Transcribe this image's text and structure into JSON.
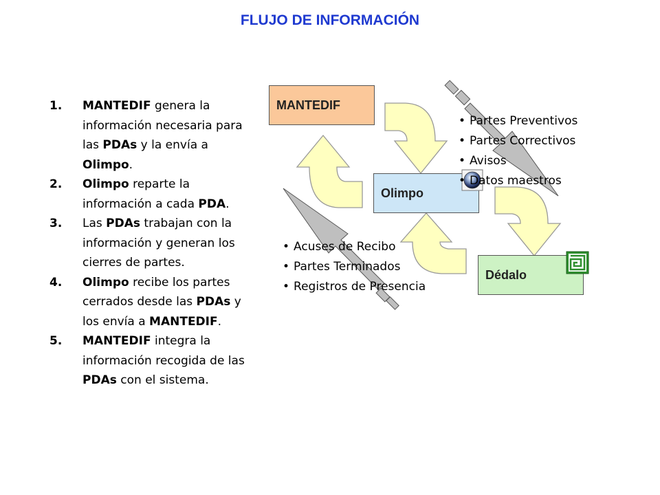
{
  "title": "FLUJO DE INFORMACIÓN",
  "steps": [
    {
      "num": "1.",
      "segments": [
        {
          "t": "MANTEDIF",
          "b": true
        },
        {
          "t": " genera la información necesaria para las ",
          "b": false
        },
        {
          "t": "PDAs",
          "b": true
        },
        {
          "t": " y la envía a ",
          "b": false
        },
        {
          "t": "Olimpo",
          "b": true
        },
        {
          "t": ".",
          "b": false
        }
      ]
    },
    {
      "num": "2.",
      "segments": [
        {
          "t": "Olimpo",
          "b": true
        },
        {
          "t": " reparte la información a cada ",
          "b": false
        },
        {
          "t": "PDA",
          "b": true
        },
        {
          "t": ".",
          "b": false
        }
      ]
    },
    {
      "num": "3.",
      "segments": [
        {
          "t": "Las ",
          "b": false
        },
        {
          "t": "PDAs",
          "b": true
        },
        {
          "t": " trabajan con la información y generan los cierres de partes.",
          "b": false
        }
      ]
    },
    {
      "num": "4.",
      "segments": [
        {
          "t": "Olimpo",
          "b": true
        },
        {
          "t": " recibe los partes cerrados desde las ",
          "b": false
        },
        {
          "t": "PDAs",
          "b": true
        },
        {
          "t": " y los envía a ",
          "b": false
        },
        {
          "t": "MANTEDIF",
          "b": true
        },
        {
          "t": ".",
          "b": false
        }
      ]
    },
    {
      "num": "5.",
      "segments": [
        {
          "t": "MANTEDIF",
          "b": true
        },
        {
          "t": " integra la información recogida de las ",
          "b": false
        },
        {
          "t": "PDAs",
          "b": true
        },
        {
          "t": " con el sistema.",
          "b": false
        }
      ]
    }
  ],
  "nodes": {
    "mantedif": {
      "label": "MANTEDIF",
      "color": "#fbc89a"
    },
    "olimpo": {
      "label": "Olimpo",
      "color": "#cde6f7"
    },
    "dedalo": {
      "label": "Dédalo",
      "color": "#cdf2c4"
    }
  },
  "outbound_items": [
    "Partes Preventivos",
    "Partes Correctivos",
    "Avisos",
    "Datos maestros"
  ],
  "inbound_items": [
    "Acuses de Recibo",
    "Partes Terminados",
    "Registros de Presencia"
  ],
  "colors": {
    "title": "#1f3ad0",
    "curved_arrow_fill": "#ffffc0",
    "curved_arrow_stroke": "#999999",
    "flow_arrow_fill": "#bfbfbf",
    "flow_arrow_stroke": "#555555"
  },
  "icons": {
    "olimpo": "blue-orb-icon",
    "dedalo": "green-maze-icon"
  }
}
